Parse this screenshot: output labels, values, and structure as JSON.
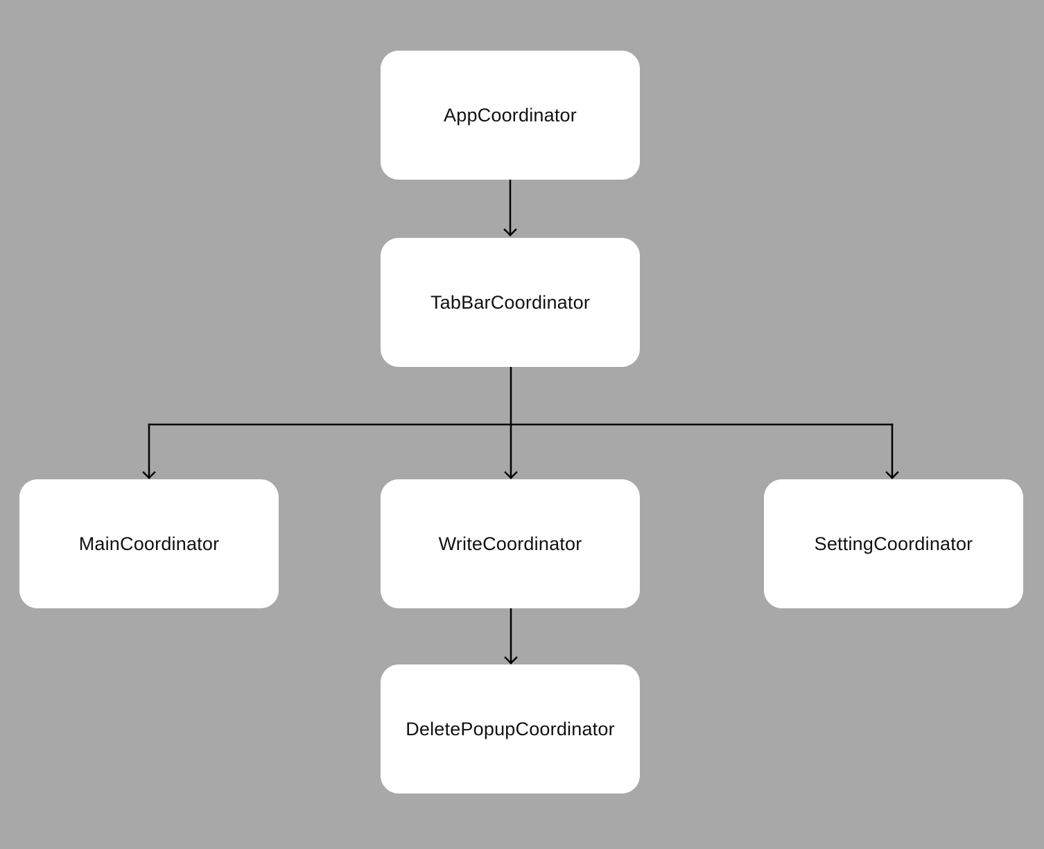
{
  "diagram": {
    "background": "#a8a8a8",
    "node_fill": "#ffffff",
    "edge_color": "#000000",
    "nodes": [
      {
        "id": "app",
        "label": "AppCoordinator"
      },
      {
        "id": "tabbar",
        "label": "TabBarCoordinator"
      },
      {
        "id": "main",
        "label": "MainCoordinator"
      },
      {
        "id": "write",
        "label": "WriteCoordinator"
      },
      {
        "id": "setting",
        "label": "SettingCoordinator"
      },
      {
        "id": "delete",
        "label": "DeletePopupCoordinator"
      }
    ],
    "edges": [
      {
        "from": "app",
        "to": "tabbar"
      },
      {
        "from": "tabbar",
        "to": "main"
      },
      {
        "from": "tabbar",
        "to": "write"
      },
      {
        "from": "tabbar",
        "to": "setting"
      },
      {
        "from": "write",
        "to": "delete"
      }
    ]
  }
}
